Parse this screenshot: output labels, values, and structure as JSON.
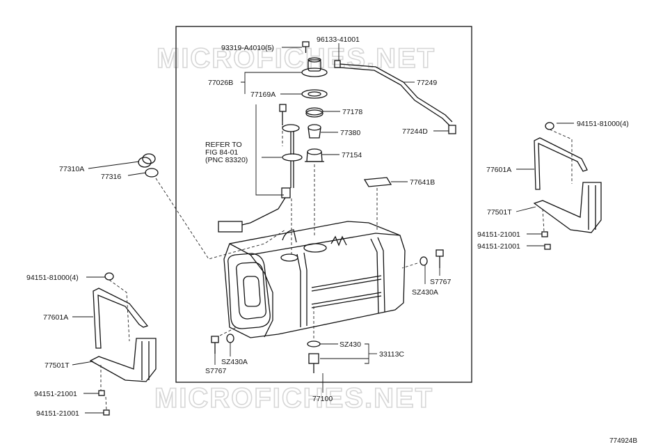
{
  "watermark": "MICROFICHES.NET",
  "refer_note": [
    "REFER TO",
    "FIG 84-01",
    "(PNC 83320)"
  ],
  "diagram_code": "774924B",
  "labels": {
    "p93319": "93319-A4010(5)",
    "p96133": "96133-41001",
    "p77026B": "77026B",
    "p77169A": "77169A",
    "p77249": "77249",
    "p77178": "77178",
    "p77380": "77380",
    "p77244D": "77244D",
    "p77154": "77154",
    "p77310A": "77310A",
    "p77316": "77316",
    "p77641B": "77641B",
    "p94151_81000_r": "94151-81000(4)",
    "p77601A_r": "77601A",
    "p77501T_r": "77501T",
    "p94151_21001_r1": "94151-21001",
    "p94151_21001_r2": "94151-21001",
    "p94151_81000_l": "94151-81000(4)",
    "p77601A_l": "77601A",
    "p77501T_l": "77501T",
    "p94151_21001_l1": "94151-21001",
    "p94151_21001_l2": "94151-21001",
    "pS7767_r": "S7767",
    "pSZ430A_r": "SZ430A",
    "pSZ430": "SZ430",
    "p33113C": "33113C",
    "pSZ430A_b": "SZ430A",
    "pS7767_b": "S7767",
    "p77100": "77100"
  }
}
